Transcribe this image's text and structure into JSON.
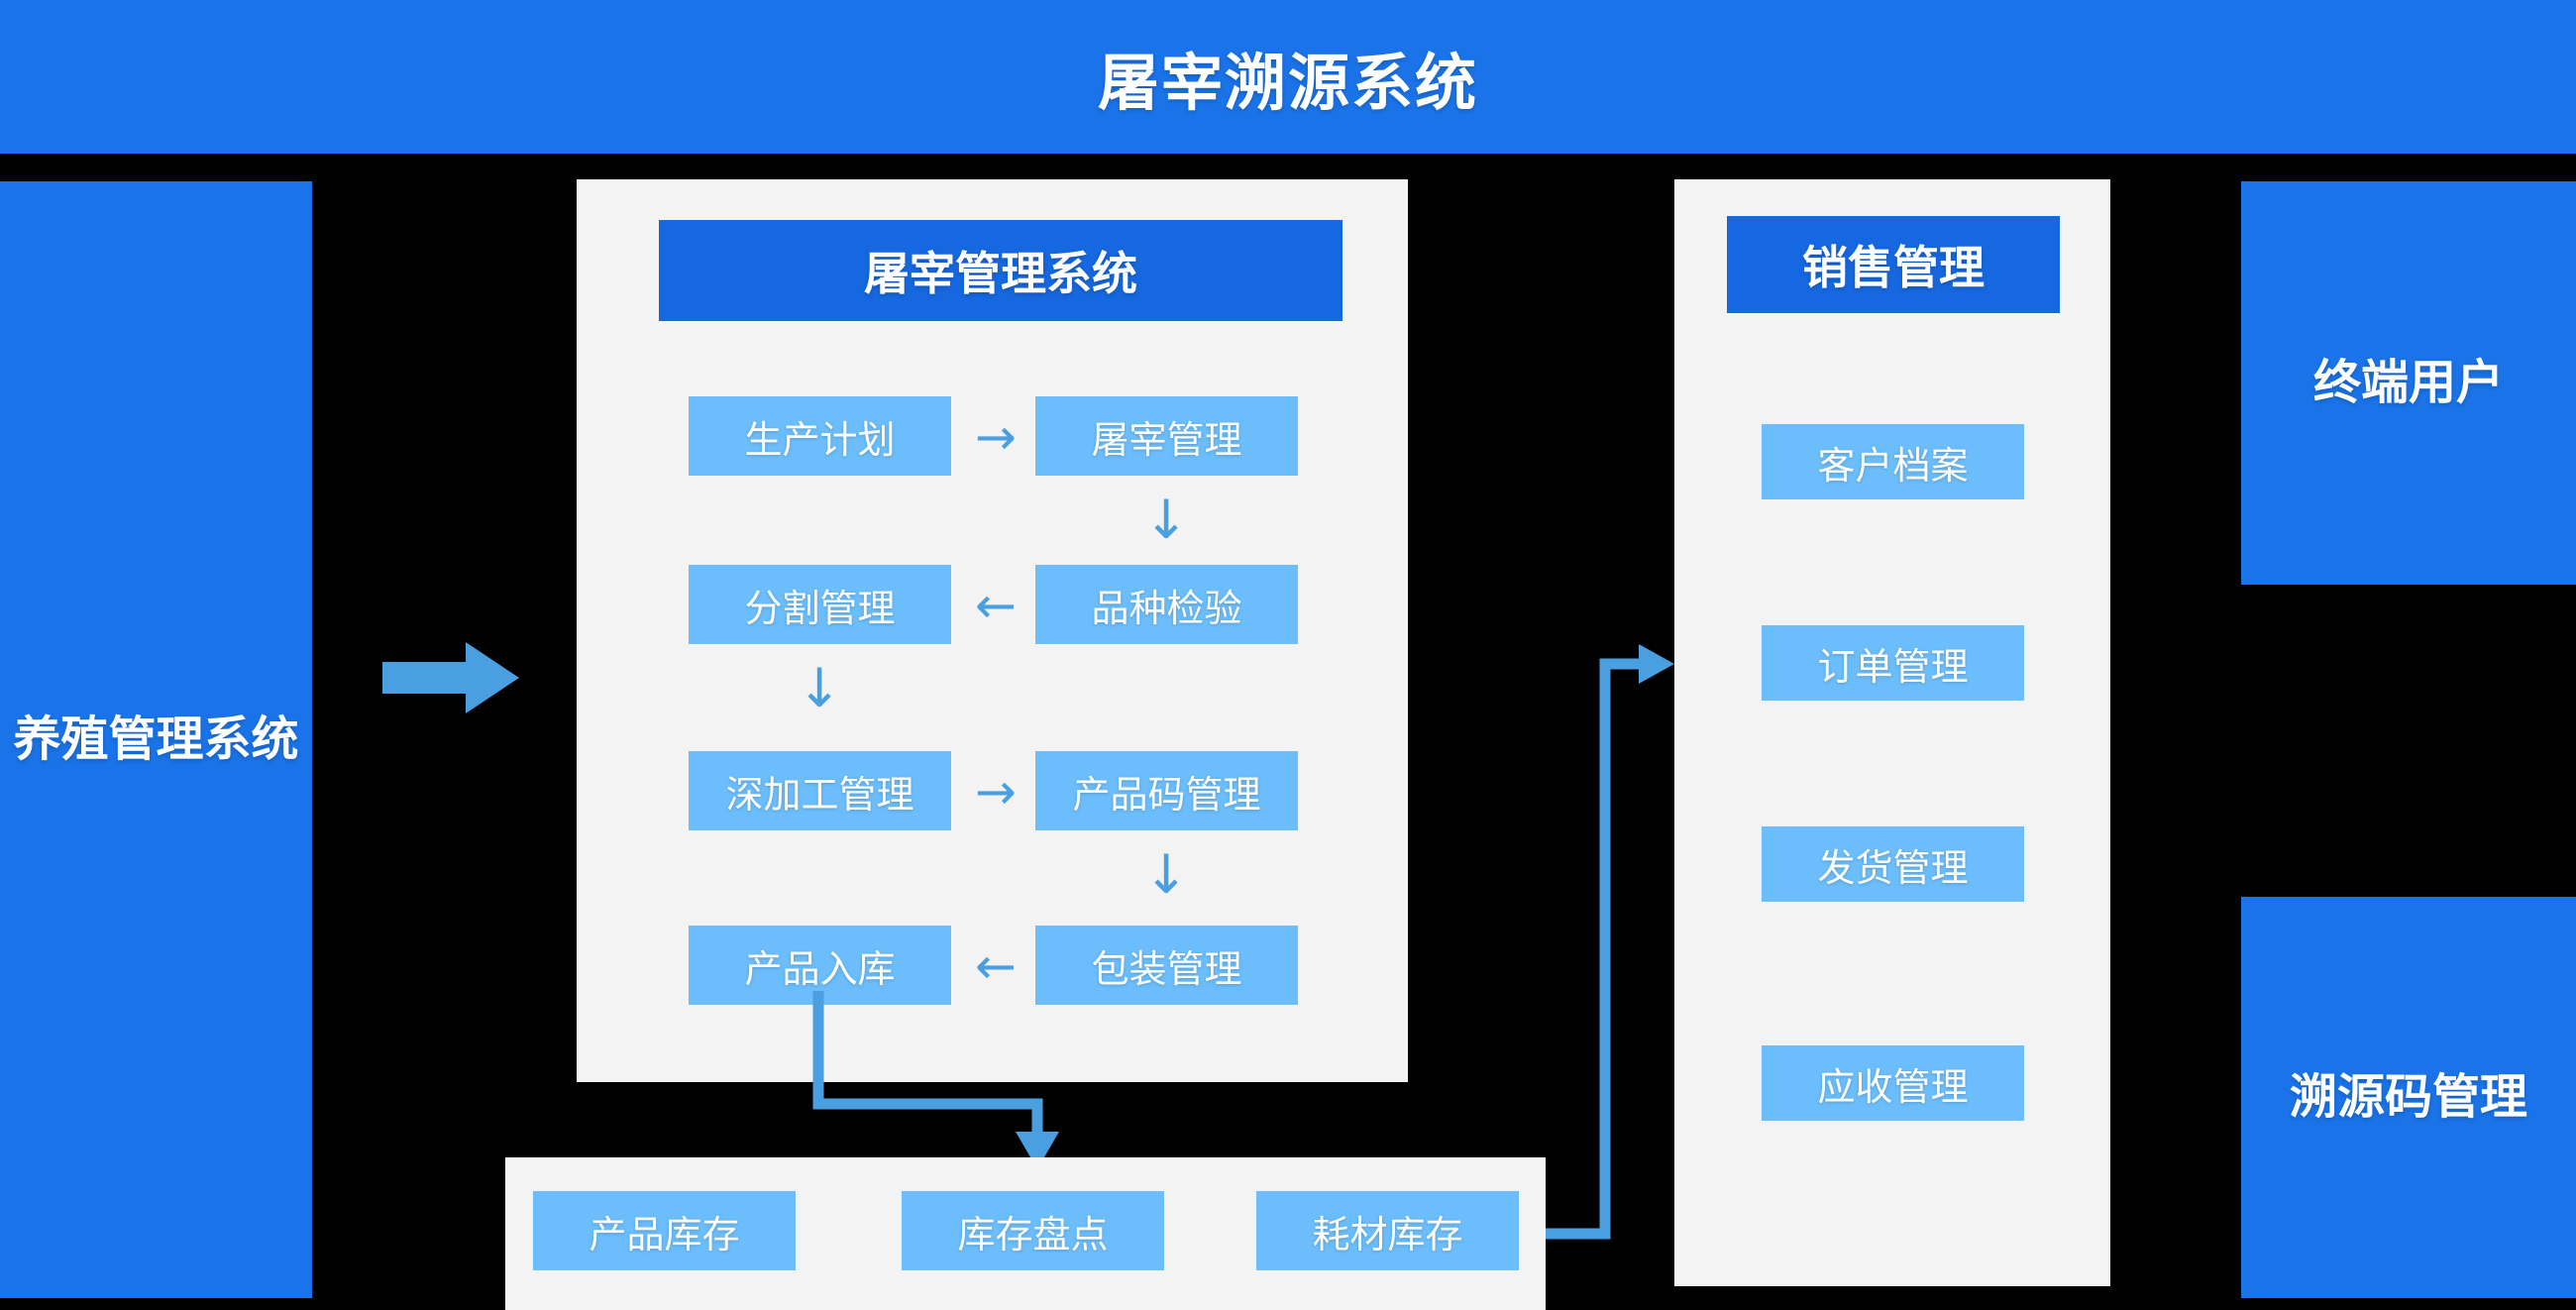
{
  "header": {
    "title": "屠宰溯源系统"
  },
  "colors": {
    "brand_blue": "#1a73e8",
    "header_blue": "#1668e0",
    "node_blue": "#6bbdfb",
    "panel_gray": "#f3f3f4",
    "arrow_blue": "#4a9fe0",
    "background": "#000000",
    "text_white": "#ffffff"
  },
  "left_panel": {
    "label": "养殖管理系统"
  },
  "right_panels": [
    {
      "label": "终端用户"
    },
    {
      "label": "溯源码管理"
    }
  ],
  "slaughter_panel": {
    "header": "屠宰管理系统",
    "nodes": [
      {
        "label": "生产计划"
      },
      {
        "label": "屠宰管理"
      },
      {
        "label": "分割管理"
      },
      {
        "label": "品种检验"
      },
      {
        "label": "深加工管理"
      },
      {
        "label": "产品码管理"
      },
      {
        "label": "产品入库"
      },
      {
        "label": "包装管理"
      }
    ],
    "arrows": [
      {
        "glyph": "→",
        "name": "arrow-right-row1"
      },
      {
        "glyph": "↓",
        "name": "arrow-down-col2-1"
      },
      {
        "glyph": "←",
        "name": "arrow-left-row2"
      },
      {
        "glyph": "↓",
        "name": "arrow-down-col1-1"
      },
      {
        "glyph": "→",
        "name": "arrow-right-row3"
      },
      {
        "glyph": "↓",
        "name": "arrow-down-col2-2"
      },
      {
        "glyph": "←",
        "name": "arrow-left-row4"
      }
    ]
  },
  "inventory_panel": {
    "nodes": [
      {
        "label": "产品库存"
      },
      {
        "label": "库存盘点"
      },
      {
        "label": "耗材库存"
      }
    ]
  },
  "sales_panel": {
    "header": "销售管理",
    "nodes": [
      {
        "label": "客户档案"
      },
      {
        "label": "订单管理"
      },
      {
        "label": "发货管理"
      },
      {
        "label": "应收管理"
      }
    ]
  },
  "connectors": {
    "breed_to_slaughter": "block-arrow-right",
    "warehouse_to_inventory": "elbow-arrow-down",
    "inventory_to_sales": "elbow-arrow-up-right"
  }
}
